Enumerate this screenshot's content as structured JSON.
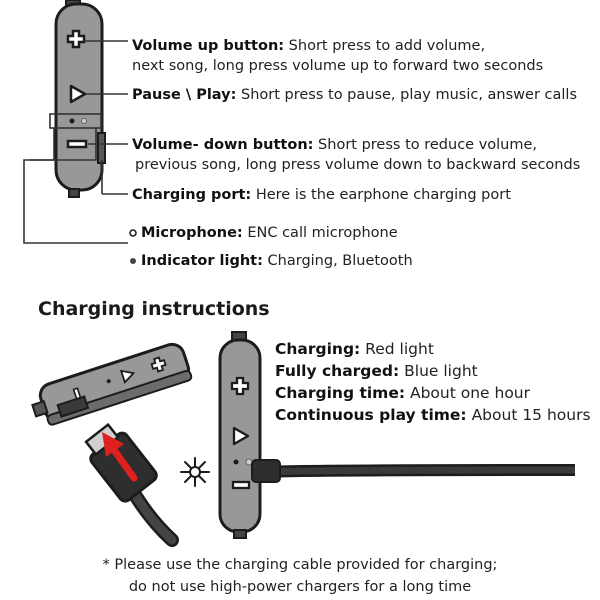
{
  "controls": {
    "volume_up": {
      "label": "Volume up button:",
      "desc_1": " Short press to add volume,",
      "desc_2": "next song, long press volume up to forward two seconds"
    },
    "play_pause": {
      "label": "Pause \\ Play:",
      "desc": " Short press to pause, play music, answer calls"
    },
    "volume_down": {
      "label": "Volume- down button:",
      "desc_1": " Short press to reduce volume,",
      "desc_2": "previous song, long press volume down to backward seconds"
    },
    "charging_port": {
      "label": "Charging port:",
      "desc": " Here is the earphone charging port"
    },
    "microphone": {
      "label": "Microphone:",
      "desc": " ENC call microphone"
    },
    "indicator": {
      "label": "Indicator light:",
      "desc": " Charging, Bluetooth"
    }
  },
  "charging": {
    "heading": "Charging instructions",
    "specs": [
      {
        "label": "Charging:",
        "value": " Red light"
      },
      {
        "label": "Fully charged:",
        "value": " Blue light"
      },
      {
        "label": "Charging time:",
        "value": " About one hour"
      },
      {
        "label": "Continuous play time:",
        "value": " About 15 hours"
      }
    ],
    "note_1": "* Please use the charging cable provided for charging;",
    "note_2": "do not use high-power chargers for a long time"
  },
  "colors": {
    "body_fill": "#9a979b",
    "outline": "#1c1c1c",
    "cable": "#2a2a2a",
    "arrow": "#e01f1f",
    "leader": "#333333"
  }
}
